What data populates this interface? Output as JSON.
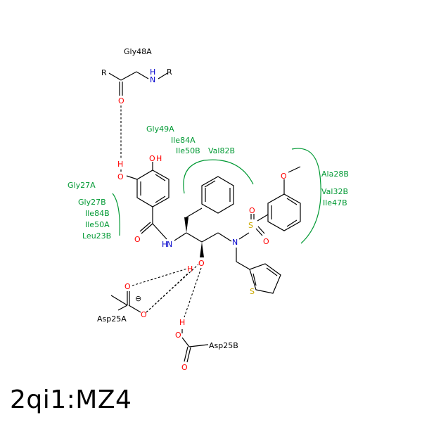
{
  "title": "2qi1:MZ4",
  "residues": {
    "gly48a": "Gly48A",
    "gly49a": "Gly49A",
    "ile84a": "Ile84A",
    "ile50b": "Ile50B",
    "val82b": "Val82B",
    "gly27a": "Gly27A",
    "gly27b": "Gly27B",
    "ile84b": "Ile84B",
    "ile50a": "Ile50A",
    "leu23b": "Leu23B",
    "ala28b": "Ala28B",
    "val32b": "Val32B",
    "ile47b": "Ile47B",
    "asp25a": "Asp25A",
    "asp25b": "Asp25B"
  },
  "atoms": {
    "r": "R",
    "n": "N",
    "h": "H",
    "o": "O",
    "s": "S",
    "charge": "⊖"
  },
  "colors": {
    "residue": "#009933",
    "oxygen": "#ff0000",
    "nitrogen": "#0000cc",
    "sulfur": "#ccaa00",
    "bond": "#000000"
  }
}
